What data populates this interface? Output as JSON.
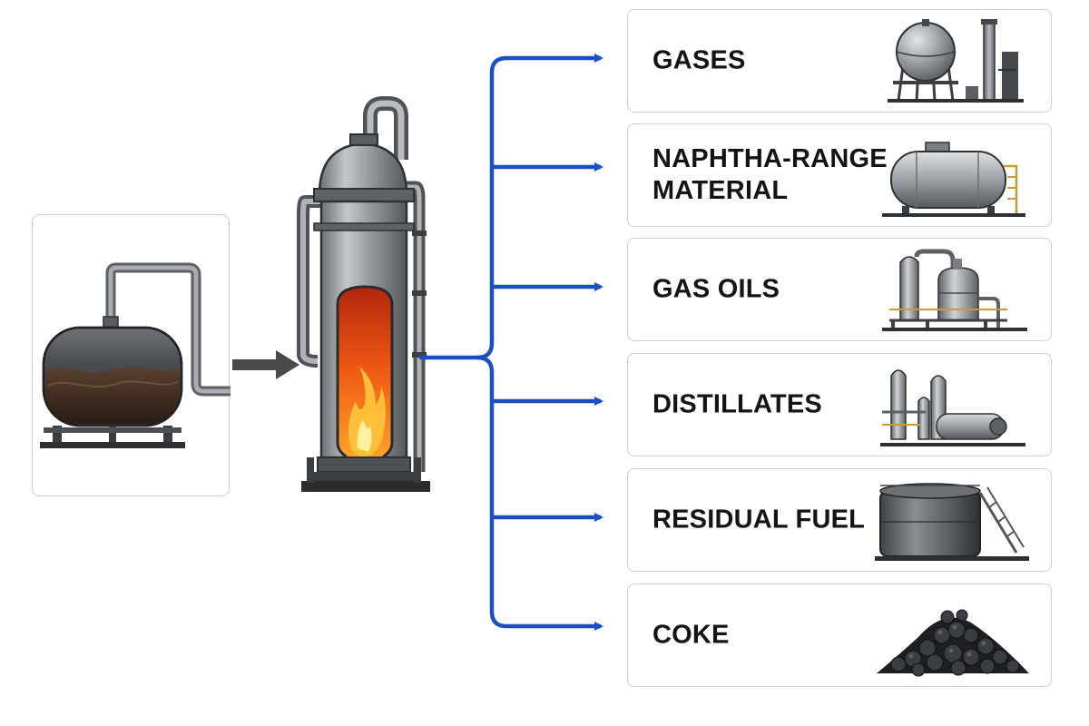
{
  "products": [
    {
      "label_lines": [
        "GASES"
      ],
      "icon": "gas-sphere-tank-icon"
    },
    {
      "label_lines": [
        "NAPHTHA-RANGE",
        "MATERIAL"
      ],
      "icon": "horizontal-tank-icon"
    },
    {
      "label_lines": [
        "GAS OILS"
      ],
      "icon": "twin-column-unit-icon"
    },
    {
      "label_lines": [
        "DISTILLATES"
      ],
      "icon": "distillation-unit-icon"
    },
    {
      "label_lines": [
        "RESIDUAL FUEL"
      ],
      "icon": "storage-tank-icon"
    },
    {
      "label_lines": [
        "COKE"
      ],
      "icon": "coke-pile-icon"
    }
  ],
  "colors": {
    "flow_arrow": "#1a4fc4",
    "feed_arrow": "#4a4a4a",
    "steel": "#8e9296",
    "flame": "#f26a1b",
    "box_border": "#cfcfcf"
  }
}
